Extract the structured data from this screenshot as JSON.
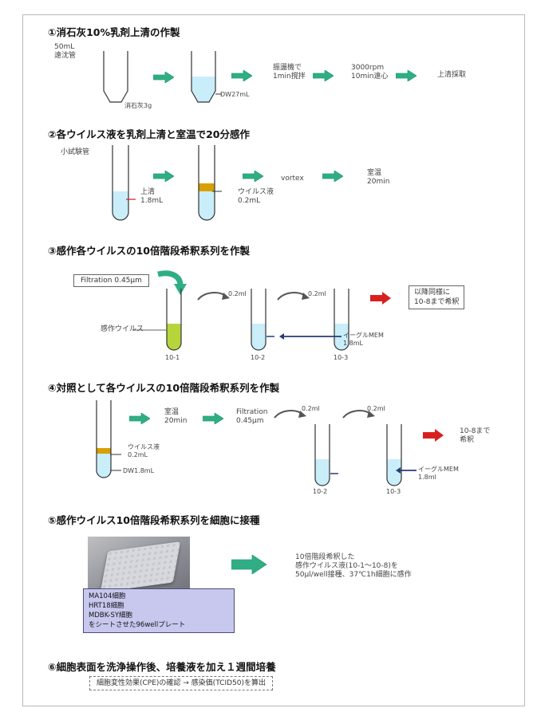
{
  "sections": {
    "s1": "①消石灰10%乳剤上清の作製",
    "s2": "②各ウイルス液を乳剤上清と室温で20分感作",
    "s3": "③感作各ウイルスの10倍階段希釈系列を作製",
    "s4": "④対照として各ウイルスの10倍階段希釈系列を作製",
    "s5": "⑤感作ウイルス10倍階段希釈系列を細胞に接種",
    "s6": "⑥細胞表面を洗浄操作後、培養液を加え１週間培養"
  },
  "step1": {
    "tube_label": "50mL\n遠沈管",
    "lime": "消石灰3g",
    "dw": "DW27mL",
    "shake": "振盪機で\n1min撹拌",
    "centrifuge": "3000rpm\n10min遠心",
    "collect": "上清採取"
  },
  "step2": {
    "tube_label": "小試験管",
    "supernatant": "上清\n1.8mL",
    "virus": "ウイルス液\n0.2mL",
    "vortex": "vortex",
    "room": "室温\n20min"
  },
  "step3": {
    "filtration": "Filtration 0.45μm",
    "transfer1": "0.2ml",
    "transfer2": "0.2ml",
    "sensitized": "感作ウイルス",
    "medium": "イーグルMEM\n1.8mL",
    "d1": "10-1",
    "d2": "10-2",
    "d3": "10-3",
    "note": "以降同様に\n10-8まで希釈"
  },
  "step4": {
    "room": "室温\n20min",
    "filtration": "Filtration\n0.45μm",
    "transfer1": "0.2ml",
    "transfer2": "0.2ml",
    "virus": "ウイルス液\n0.2mL",
    "dw": "DW1.8mL",
    "medium": "イーグルMEM\n1.8ml",
    "d2": "10-2",
    "d3": "10-3",
    "note": "10-8まで\n希釈"
  },
  "step5": {
    "cells": [
      "MA104細胞",
      "HRT18細胞",
      "MDBK-SY細胞",
      "をシートさせた96wellプレート"
    ],
    "desc": "10倍階段希釈した\n感作ウイルス液(10-1〜10-8)を\n50μl/well接種、37℃1h細胞に感作"
  },
  "step6": {
    "box": "細胞変性効果(CPE)の確認 → 感染価(TCID50)を算出"
  },
  "colors": {
    "green_arrow": "#2fae85",
    "red_arrow": "#d92020",
    "liquid": "#c9eefa",
    "virus_band": "#d7a000",
    "green_liquid": "#b6d53a",
    "purple_box": "#c8c7ee"
  }
}
